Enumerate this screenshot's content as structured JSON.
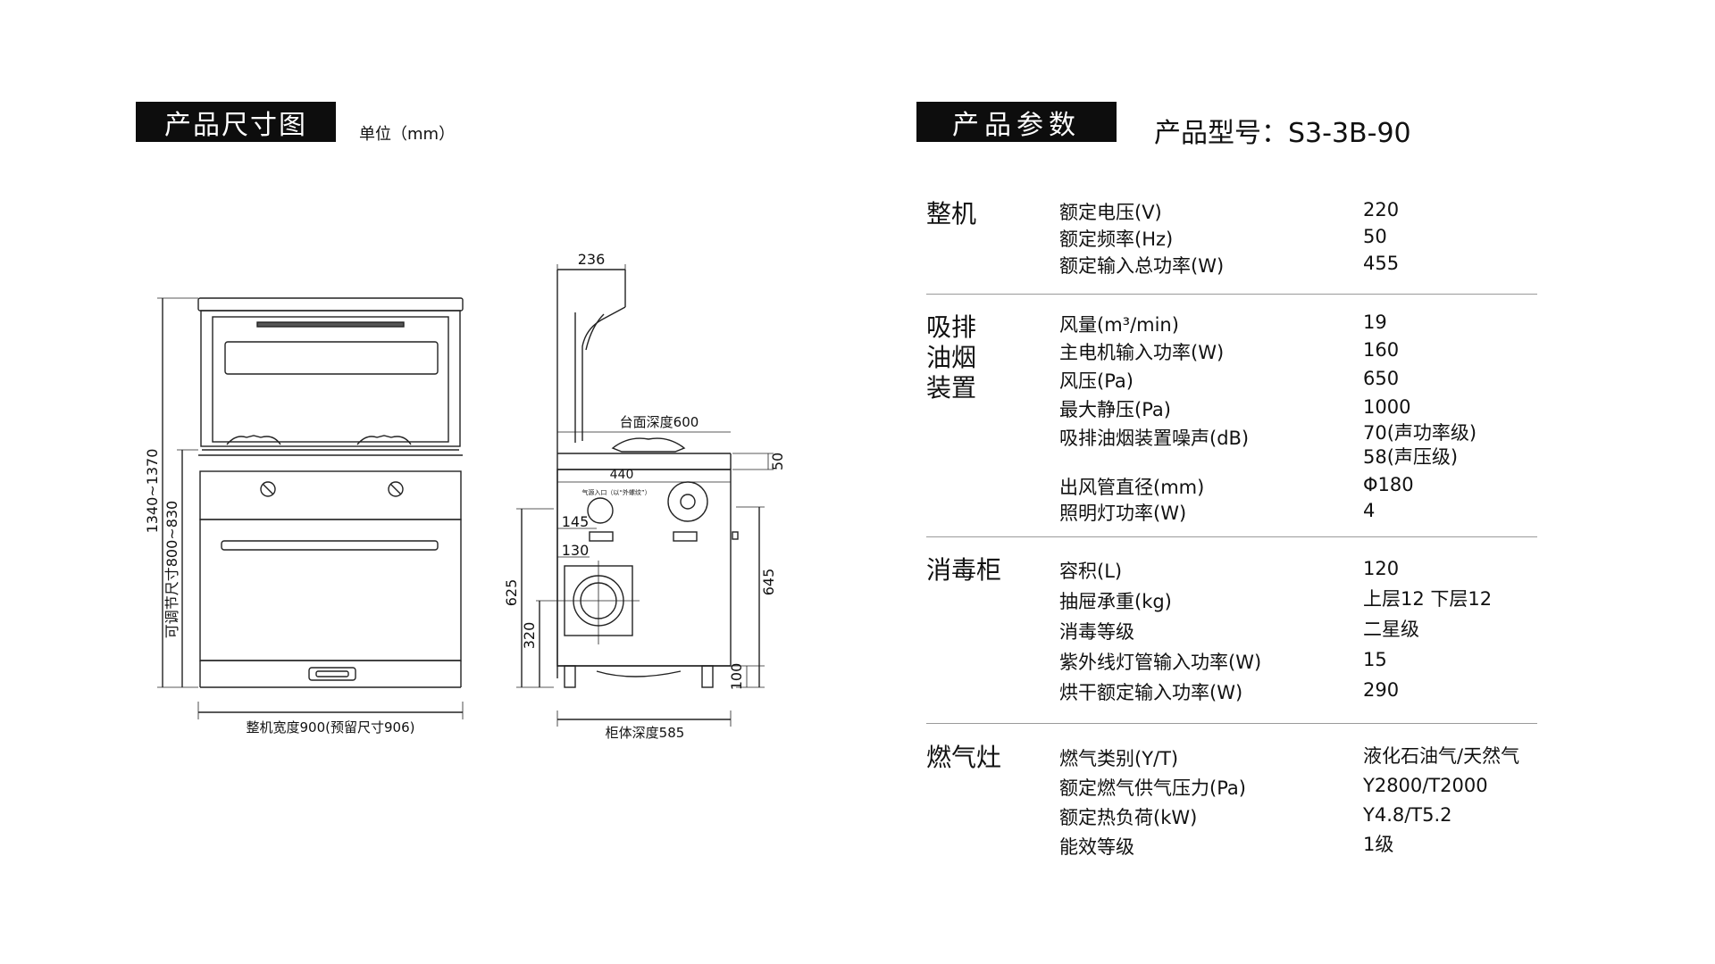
{
  "dimensions": {
    "header": "产品尺寸图",
    "unit": "单位（mm）",
    "labels": {
      "height_range": "1340~1370",
      "adjustable_height": "可调节尺寸800~830",
      "total_width": "整机宽度900(预留尺寸906)",
      "top_depth": "236",
      "counter_depth": "台面深度600",
      "counter_thickness": "50",
      "d440": "440",
      "d145": "145",
      "d130": "130",
      "d625": "625",
      "d320": "320",
      "d645": "645",
      "d100": "100",
      "cabinet_depth": "柜体深度585",
      "gas_inlet": "气源入口（以“外螺纹”）"
    }
  },
  "params": {
    "header": "产品参数",
    "model": "产品型号：S3-3B-90",
    "sections": [
      {
        "title": "整机",
        "rows": [
          {
            "label": "额定电压(V)",
            "value": "220"
          },
          {
            "label": "额定频率(Hz)",
            "value": "50"
          },
          {
            "label": "额定输入总功率(W)",
            "value": "455"
          }
        ]
      },
      {
        "title": "吸排\n油烟\n装置",
        "rows": [
          {
            "label": "风量(m³/min)",
            "value": "19"
          },
          {
            "label": "主电机输入功率(W)",
            "value": "160"
          },
          {
            "label": "风压(Pa)",
            "value": "650"
          },
          {
            "label": "最大静压(Pa)",
            "value": "1000"
          },
          {
            "label": "吸排油烟装置噪声(dB)",
            "value": "70(声功率级)\n58(声压级)"
          },
          {
            "label": "出风管直径(mm)",
            "value": "Φ180"
          },
          {
            "label": "照明灯功率(W)",
            "value": "4"
          }
        ]
      },
      {
        "title": "消毒柜",
        "rows": [
          {
            "label": "容积(L)",
            "value": "120"
          },
          {
            "label": "抽屉承重(kg)",
            "value": "上层12 下层12"
          },
          {
            "label": "消毒等级",
            "value": "二星级"
          },
          {
            "label": "紫外线灯管输入功率(W)",
            "value": "15"
          },
          {
            "label": "烘干额定输入功率(W)",
            "value": "290"
          }
        ]
      },
      {
        "title": "燃气灶",
        "rows": [
          {
            "label": "燃气类别(Y/T)",
            "value": "液化石油气/天然气"
          },
          {
            "label": "额定燃气供气压力(Pa)",
            "value": "Y2800/T2000"
          },
          {
            "label": "额定热负荷(kW)",
            "value": "Y4.8/T5.2"
          },
          {
            "label": "能效等级",
            "value": "1级"
          }
        ]
      }
    ]
  }
}
